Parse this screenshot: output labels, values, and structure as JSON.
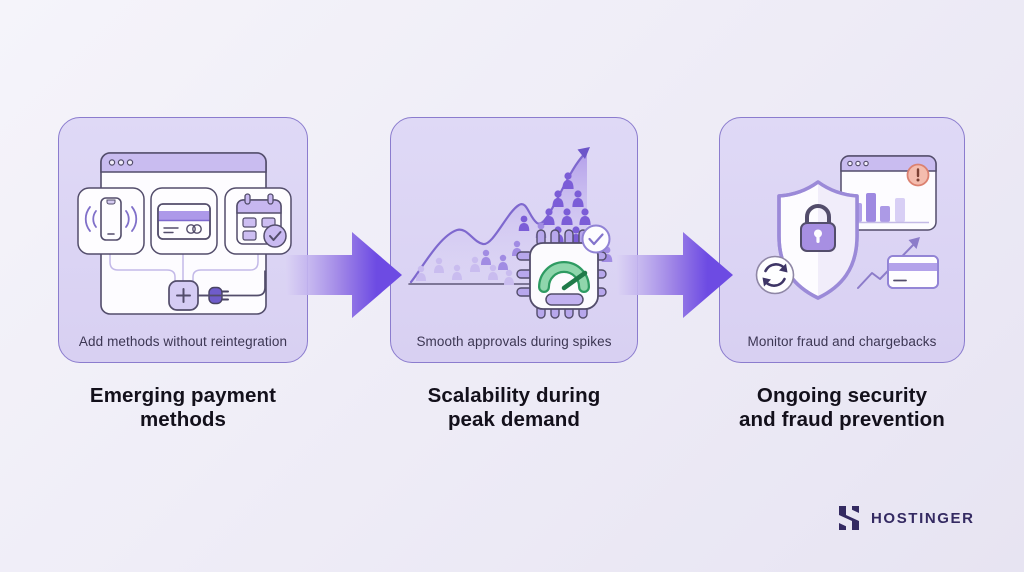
{
  "panels": [
    {
      "caption": "Add methods without reintegration",
      "heading": [
        "Emerging payment",
        "methods"
      ],
      "icons": [
        "browser-window",
        "phone-nfc",
        "credit-card",
        "calendar-check",
        "plug",
        "plus-box"
      ]
    },
    {
      "caption": "Smooth approvals during spikes",
      "heading": [
        "Scalability during",
        "peak demand"
      ],
      "icons": [
        "growth-curve-arrow",
        "user-crowd",
        "cpu-gauge",
        "check-circle"
      ]
    },
    {
      "caption": "Monitor fraud and chargebacks",
      "heading": [
        "Ongoing security",
        "and fraud prevention"
      ],
      "icons": [
        "browser-bar-chart",
        "alert-badge",
        "shield-lock",
        "sync-arrows",
        "credit-card-trend"
      ]
    }
  ],
  "logo": {
    "brand": "HOSTINGER"
  },
  "colors": {
    "background": "#EFEDF7",
    "panel_fill": "#DBD4F3",
    "panel_border": "#8B7CCE",
    "arrow_accent": "#6D4BE3",
    "outline_dark": "#534D6B",
    "gauge_green": "#2E9B62",
    "alert_red": "#DB8170",
    "logo_color": "#342A62",
    "heading_text": "#13101B",
    "caption_text": "#3C3653"
  }
}
